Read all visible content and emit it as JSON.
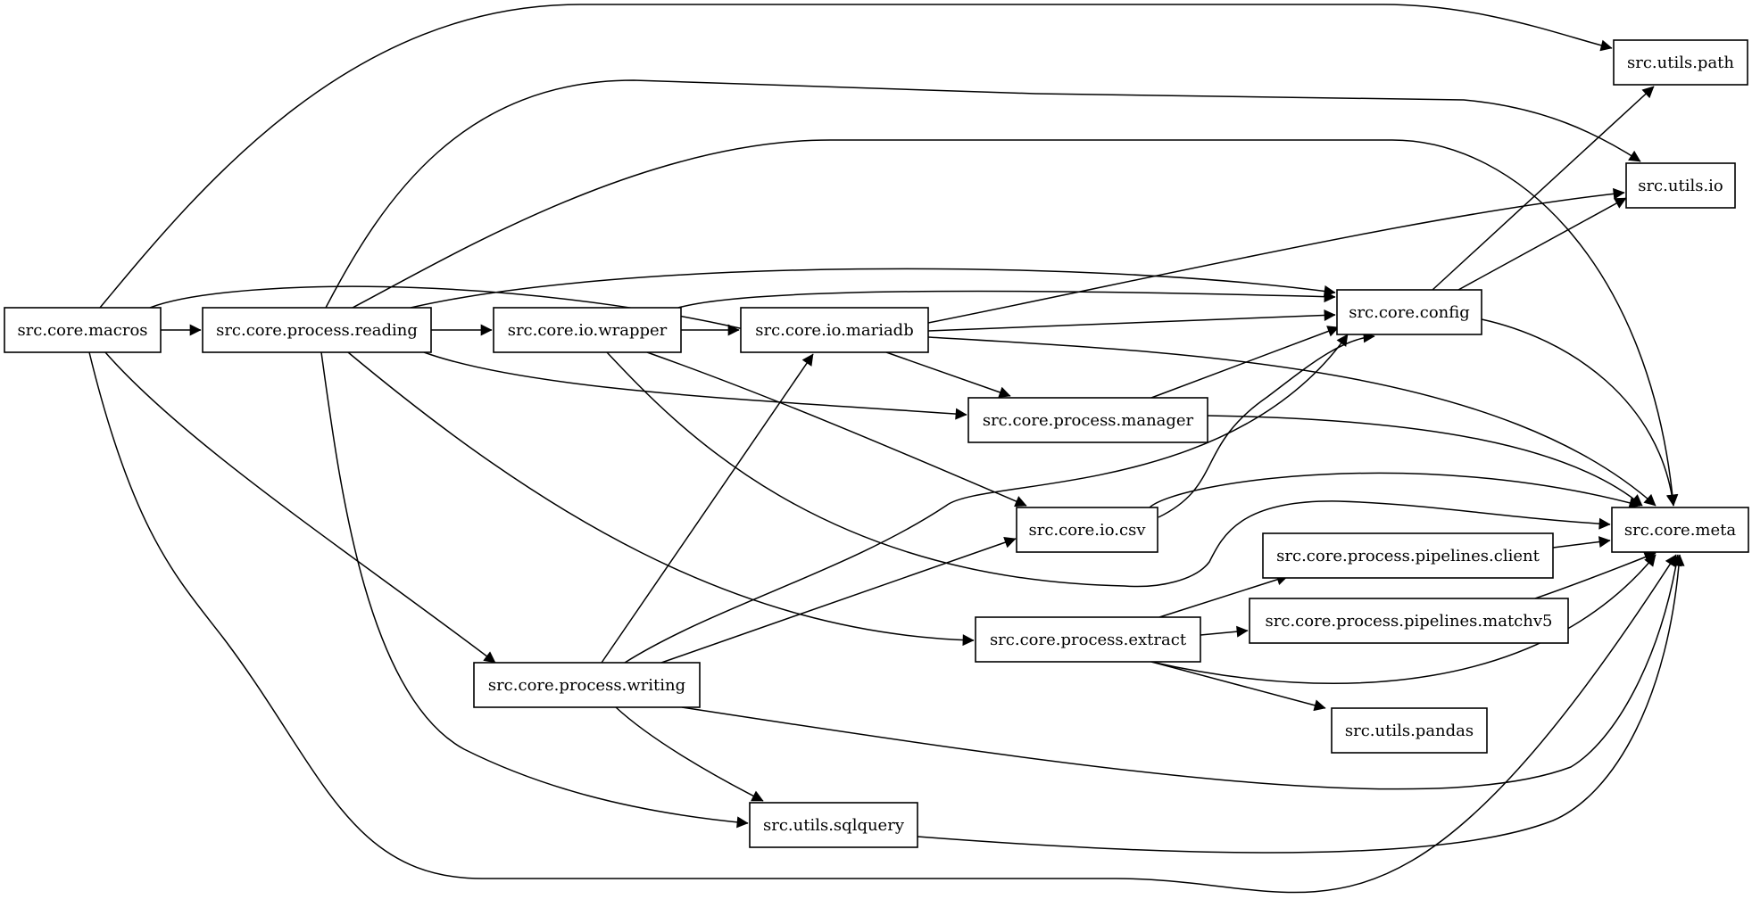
{
  "diagram": {
    "type": "module-dependency-graph",
    "colors": {
      "stroke": "#000000",
      "background": "#ffffff"
    },
    "nodes": [
      {
        "id": "macros",
        "label": "src.core.macros"
      },
      {
        "id": "reading",
        "label": "src.core.process.reading"
      },
      {
        "id": "wrapper",
        "label": "src.core.io.wrapper"
      },
      {
        "id": "mariadb",
        "label": "src.core.io.mariadb"
      },
      {
        "id": "config",
        "label": "src.core.config"
      },
      {
        "id": "manager",
        "label": "src.core.process.manager"
      },
      {
        "id": "csv",
        "label": "src.core.io.csv"
      },
      {
        "id": "client",
        "label": "src.core.process.pipelines.client"
      },
      {
        "id": "matchv5",
        "label": "src.core.process.pipelines.matchv5"
      },
      {
        "id": "extract",
        "label": "src.core.process.extract"
      },
      {
        "id": "writing",
        "label": "src.core.process.writing"
      },
      {
        "id": "pandas",
        "label": "src.utils.pandas"
      },
      {
        "id": "sqlquery",
        "label": "src.utils.sqlquery"
      },
      {
        "id": "path",
        "label": "src.utils.path"
      },
      {
        "id": "io",
        "label": "src.utils.io"
      },
      {
        "id": "meta",
        "label": "src.core.meta"
      }
    ],
    "edges": [
      [
        "macros",
        "path"
      ],
      [
        "macros",
        "reading"
      ],
      [
        "macros",
        "mariadb"
      ],
      [
        "macros",
        "writing"
      ],
      [
        "macros",
        "meta"
      ],
      [
        "reading",
        "wrapper"
      ],
      [
        "reading",
        "io"
      ],
      [
        "reading",
        "meta"
      ],
      [
        "reading",
        "config"
      ],
      [
        "reading",
        "manager"
      ],
      [
        "reading",
        "extract"
      ],
      [
        "reading",
        "sqlquery"
      ],
      [
        "wrapper",
        "mariadb"
      ],
      [
        "wrapper",
        "config"
      ],
      [
        "wrapper",
        "csv"
      ],
      [
        "wrapper",
        "meta"
      ],
      [
        "mariadb",
        "io"
      ],
      [
        "mariadb",
        "config"
      ],
      [
        "mariadb",
        "manager"
      ],
      [
        "mariadb",
        "meta"
      ],
      [
        "config",
        "path"
      ],
      [
        "config",
        "io"
      ],
      [
        "config",
        "meta"
      ],
      [
        "manager",
        "config"
      ],
      [
        "manager",
        "meta"
      ],
      [
        "csv",
        "config"
      ],
      [
        "csv",
        "meta"
      ],
      [
        "client",
        "meta"
      ],
      [
        "matchv5",
        "meta"
      ],
      [
        "extract",
        "client"
      ],
      [
        "extract",
        "matchv5"
      ],
      [
        "extract",
        "meta"
      ],
      [
        "extract",
        "pandas"
      ],
      [
        "writing",
        "mariadb"
      ],
      [
        "writing",
        "config"
      ],
      [
        "writing",
        "csv"
      ],
      [
        "writing",
        "sqlquery"
      ],
      [
        "writing",
        "meta"
      ],
      [
        "sqlquery",
        "meta"
      ]
    ]
  }
}
